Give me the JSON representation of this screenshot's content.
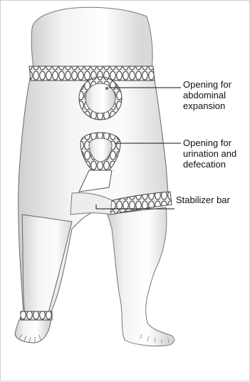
{
  "labels": {
    "abdominal_opening": "Opening for\nabdominal\nexpansion",
    "urination_opening": "Opening for\nurination and\ndefecation",
    "stabilizer_bar": "Stabilizer bar"
  }
}
